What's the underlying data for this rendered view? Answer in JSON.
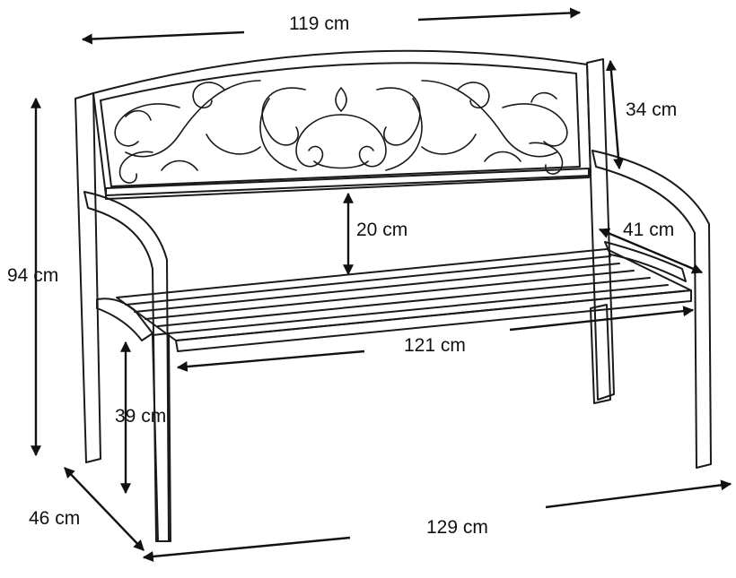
{
  "diagram": {
    "subject_icon": "garden-bench-icon",
    "line_color": "#1a1a1a",
    "arrow_color": "#111111",
    "background": "#ffffff",
    "dimensions": {
      "backrest_width": "119 cm",
      "backrest_height": "34 cm",
      "total_height": "94 cm",
      "seat_to_backrest_gap": "20 cm",
      "seat_depth": "41 cm",
      "seat_width": "121 cm",
      "seat_height": "39 cm",
      "total_depth": "46 cm",
      "total_width": "129 cm"
    }
  }
}
